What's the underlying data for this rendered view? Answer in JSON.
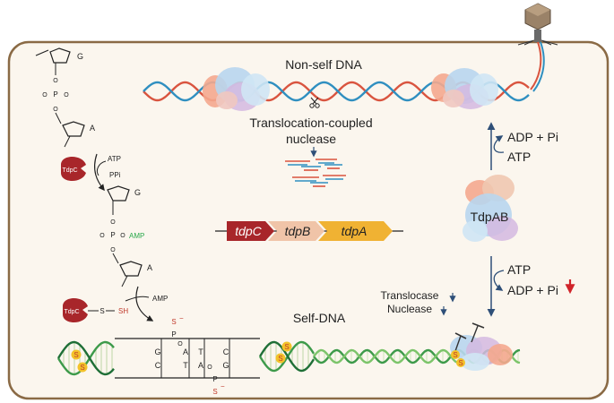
{
  "labels": {
    "non_self_dna": "Non-self DNA",
    "self_dna": "Self-DNA",
    "nuclease_line1": "Translocation-coupled",
    "nuclease_line2": "nuclease",
    "top_adp": "ADP + Pi",
    "top_atp": "ATP",
    "complex": "TdpAB",
    "bottom_atp": "ATP",
    "bottom_adp": "ADP + Pi",
    "translocase": "Translocase",
    "nuclease": "Nuclease"
  },
  "operon": {
    "genes": [
      "tdpC",
      "tdpB",
      "tdpA"
    ]
  },
  "pathway": {
    "sugar_top": "G",
    "sugar_bottom": "A",
    "step1_in": "ATP",
    "step1_out": "PPi",
    "enzyme": "TdpC",
    "amp_label": "AMP",
    "sugar2_top": "G",
    "sugar2_bottom": "A",
    "step2_out": "AMP",
    "thiol": "S",
    "sh": "SH",
    "phosphate_p": "P",
    "phosphate_o": "O"
  },
  "ladder": {
    "top_bases": [
      "G",
      "A",
      "T",
      "C"
    ],
    "bottom_bases": [
      "C",
      "T",
      "A",
      "G"
    ],
    "sulfur": "S",
    "phosphorus": "P",
    "oxygen": "O",
    "minus": "−"
  },
  "colors": {
    "cell_border": "#8a6a45",
    "cell_fill": "#fbf6ee",
    "strand_red": "#d9543f",
    "strand_blue": "#2f8fc0",
    "strand_green": "#3d9a4a",
    "tdpC": "#a8262a",
    "tdpB": "#f0c4a8",
    "tdpA": "#f0b233",
    "amp_green": "#2aa84a",
    "arrow_blue": "#2e4f78",
    "red_arrow": "#d0242a"
  }
}
